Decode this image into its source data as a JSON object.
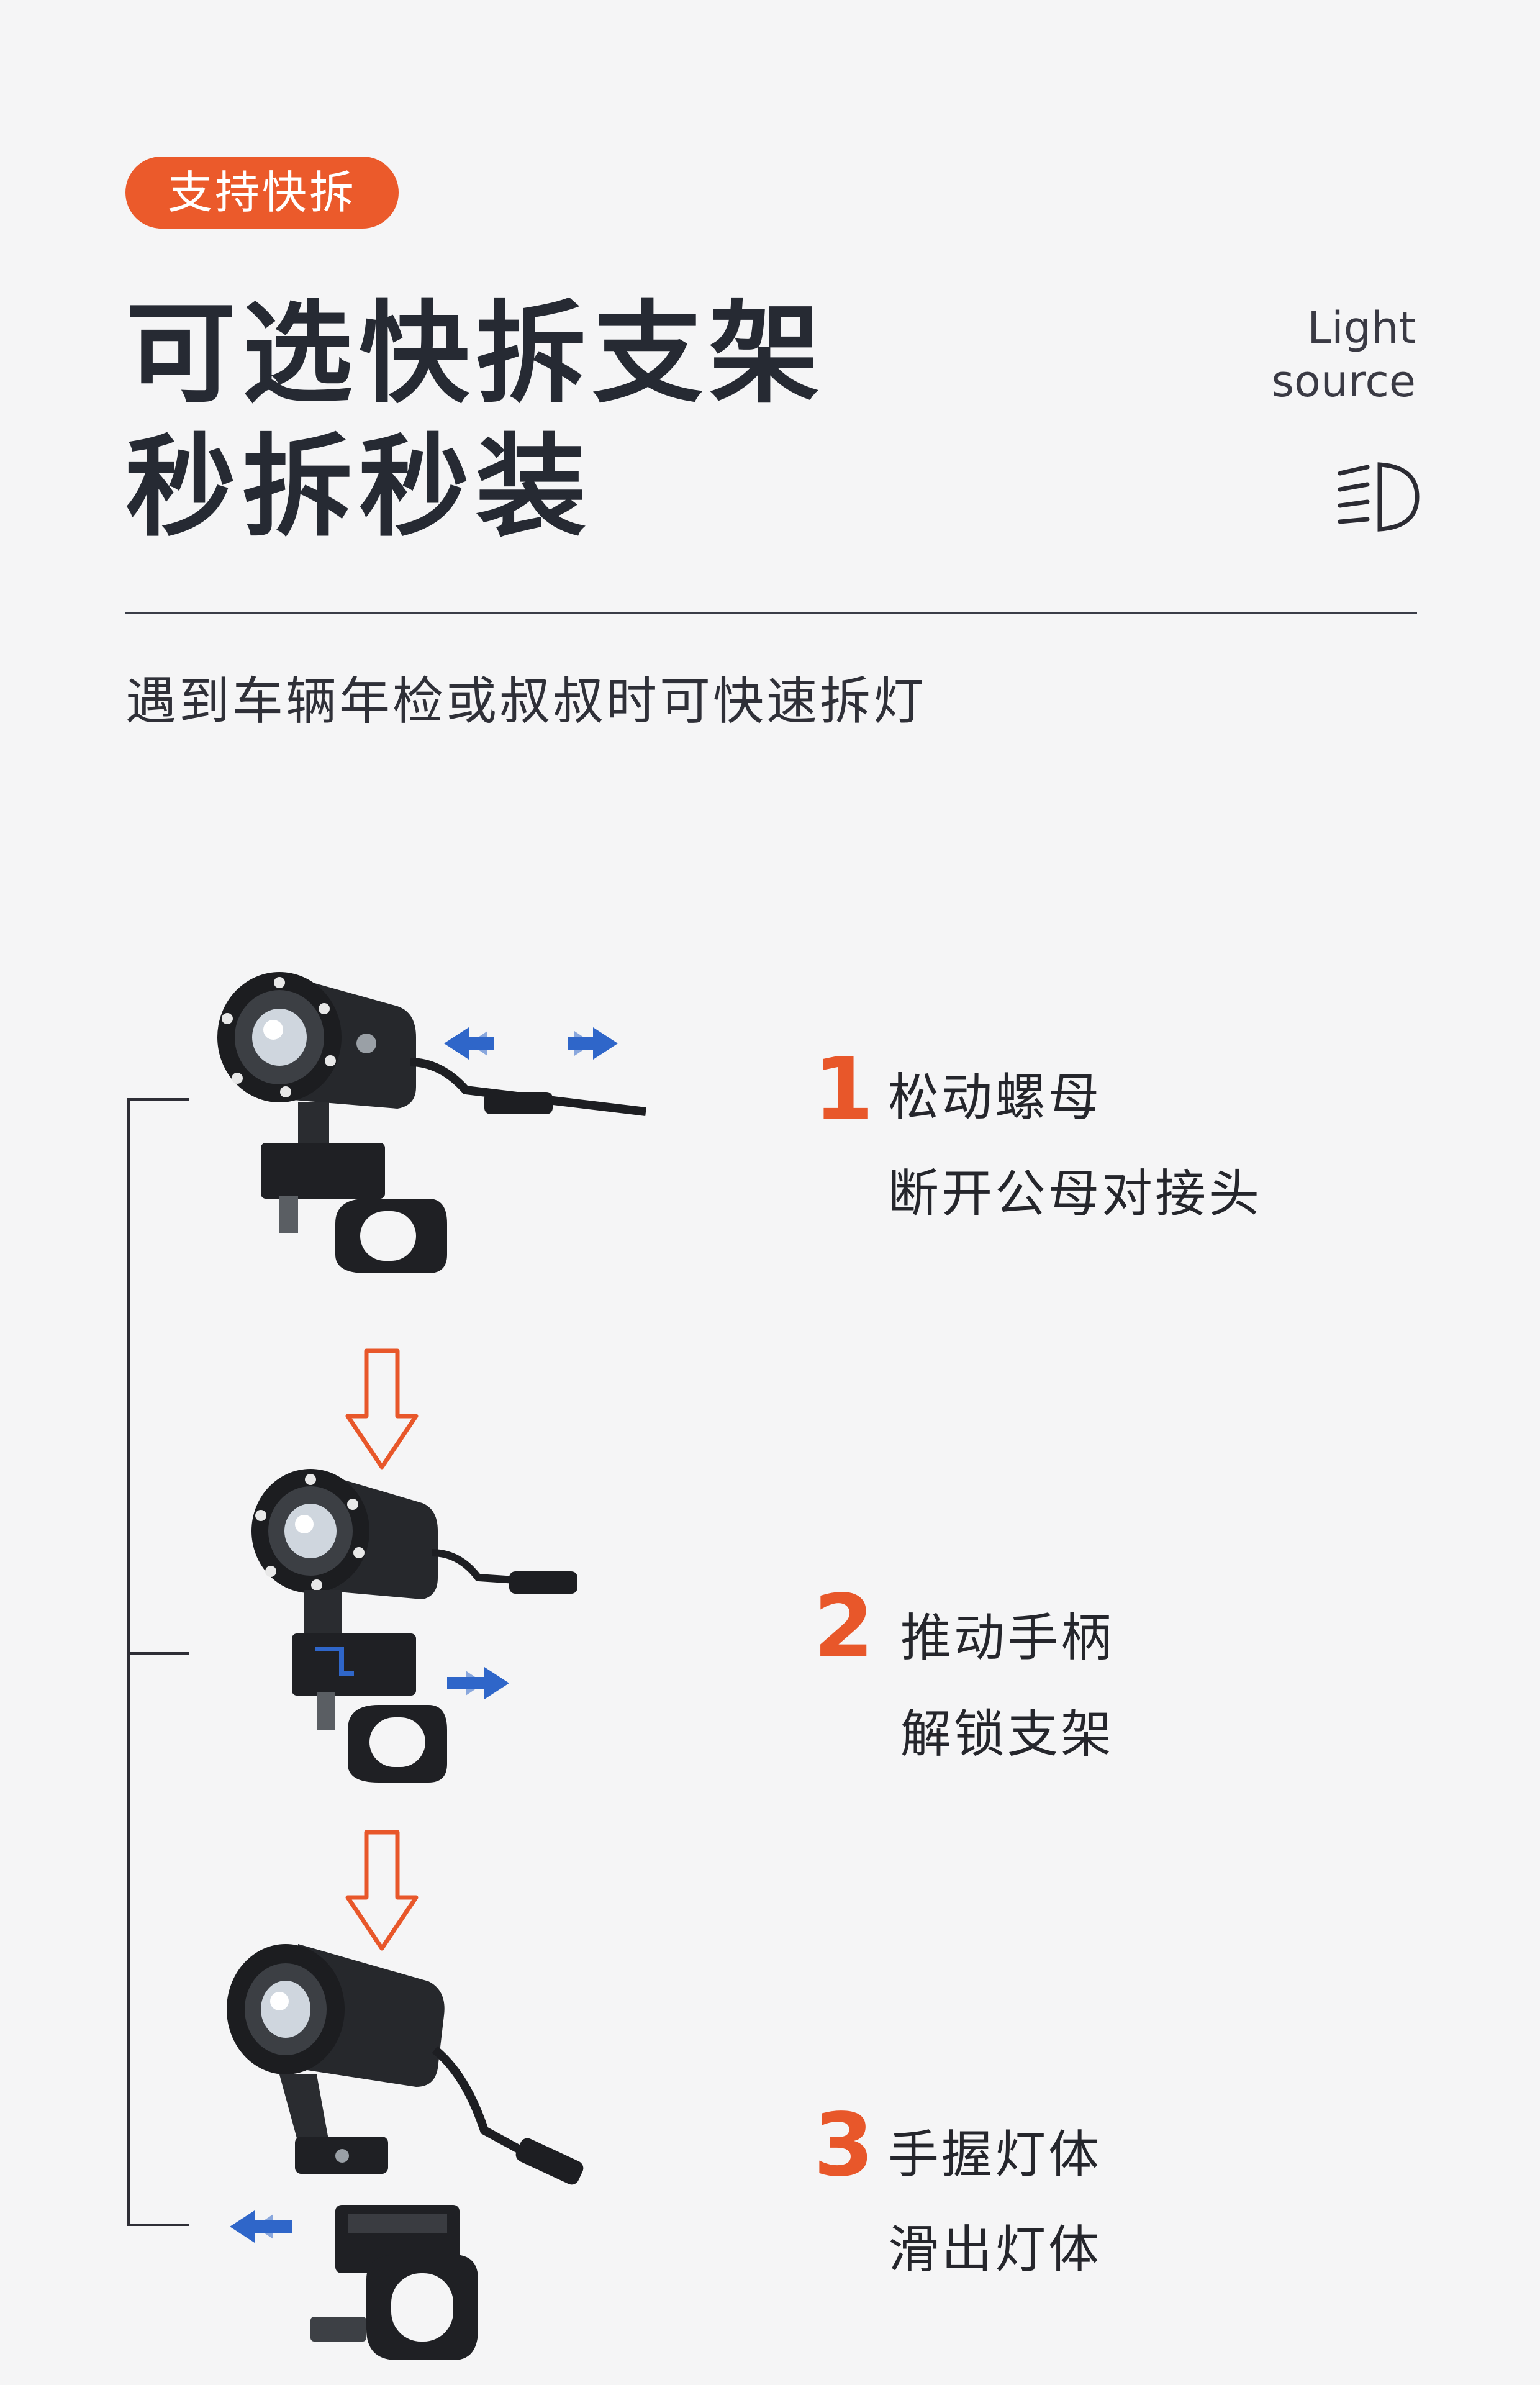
{
  "badge": {
    "label": "支持快拆"
  },
  "headline": {
    "line1": "可选快拆支架",
    "line2": "秒拆秒装"
  },
  "light_source": {
    "line1": "Light",
    "line2": "source"
  },
  "subtitle": "遇到车辆年检或叔叔时可快速拆灯",
  "steps": [
    {
      "number": "1",
      "line1": "松动螺母",
      "line2": "断开公母对接头"
    },
    {
      "number": "2",
      "line1": "推动手柄",
      "line2": "解锁支架"
    },
    {
      "number": "3",
      "line1": "手握灯体",
      "line2": "滑出灯体"
    }
  ],
  "colors": {
    "accent": "#eb5a2b",
    "arrow_blue": "#2f66c9",
    "text": "#262a33",
    "background": "#f5f5f6"
  },
  "icons": [
    "headlight-beam-icon",
    "down-arrow-icon",
    "double-arrow-icon"
  ]
}
